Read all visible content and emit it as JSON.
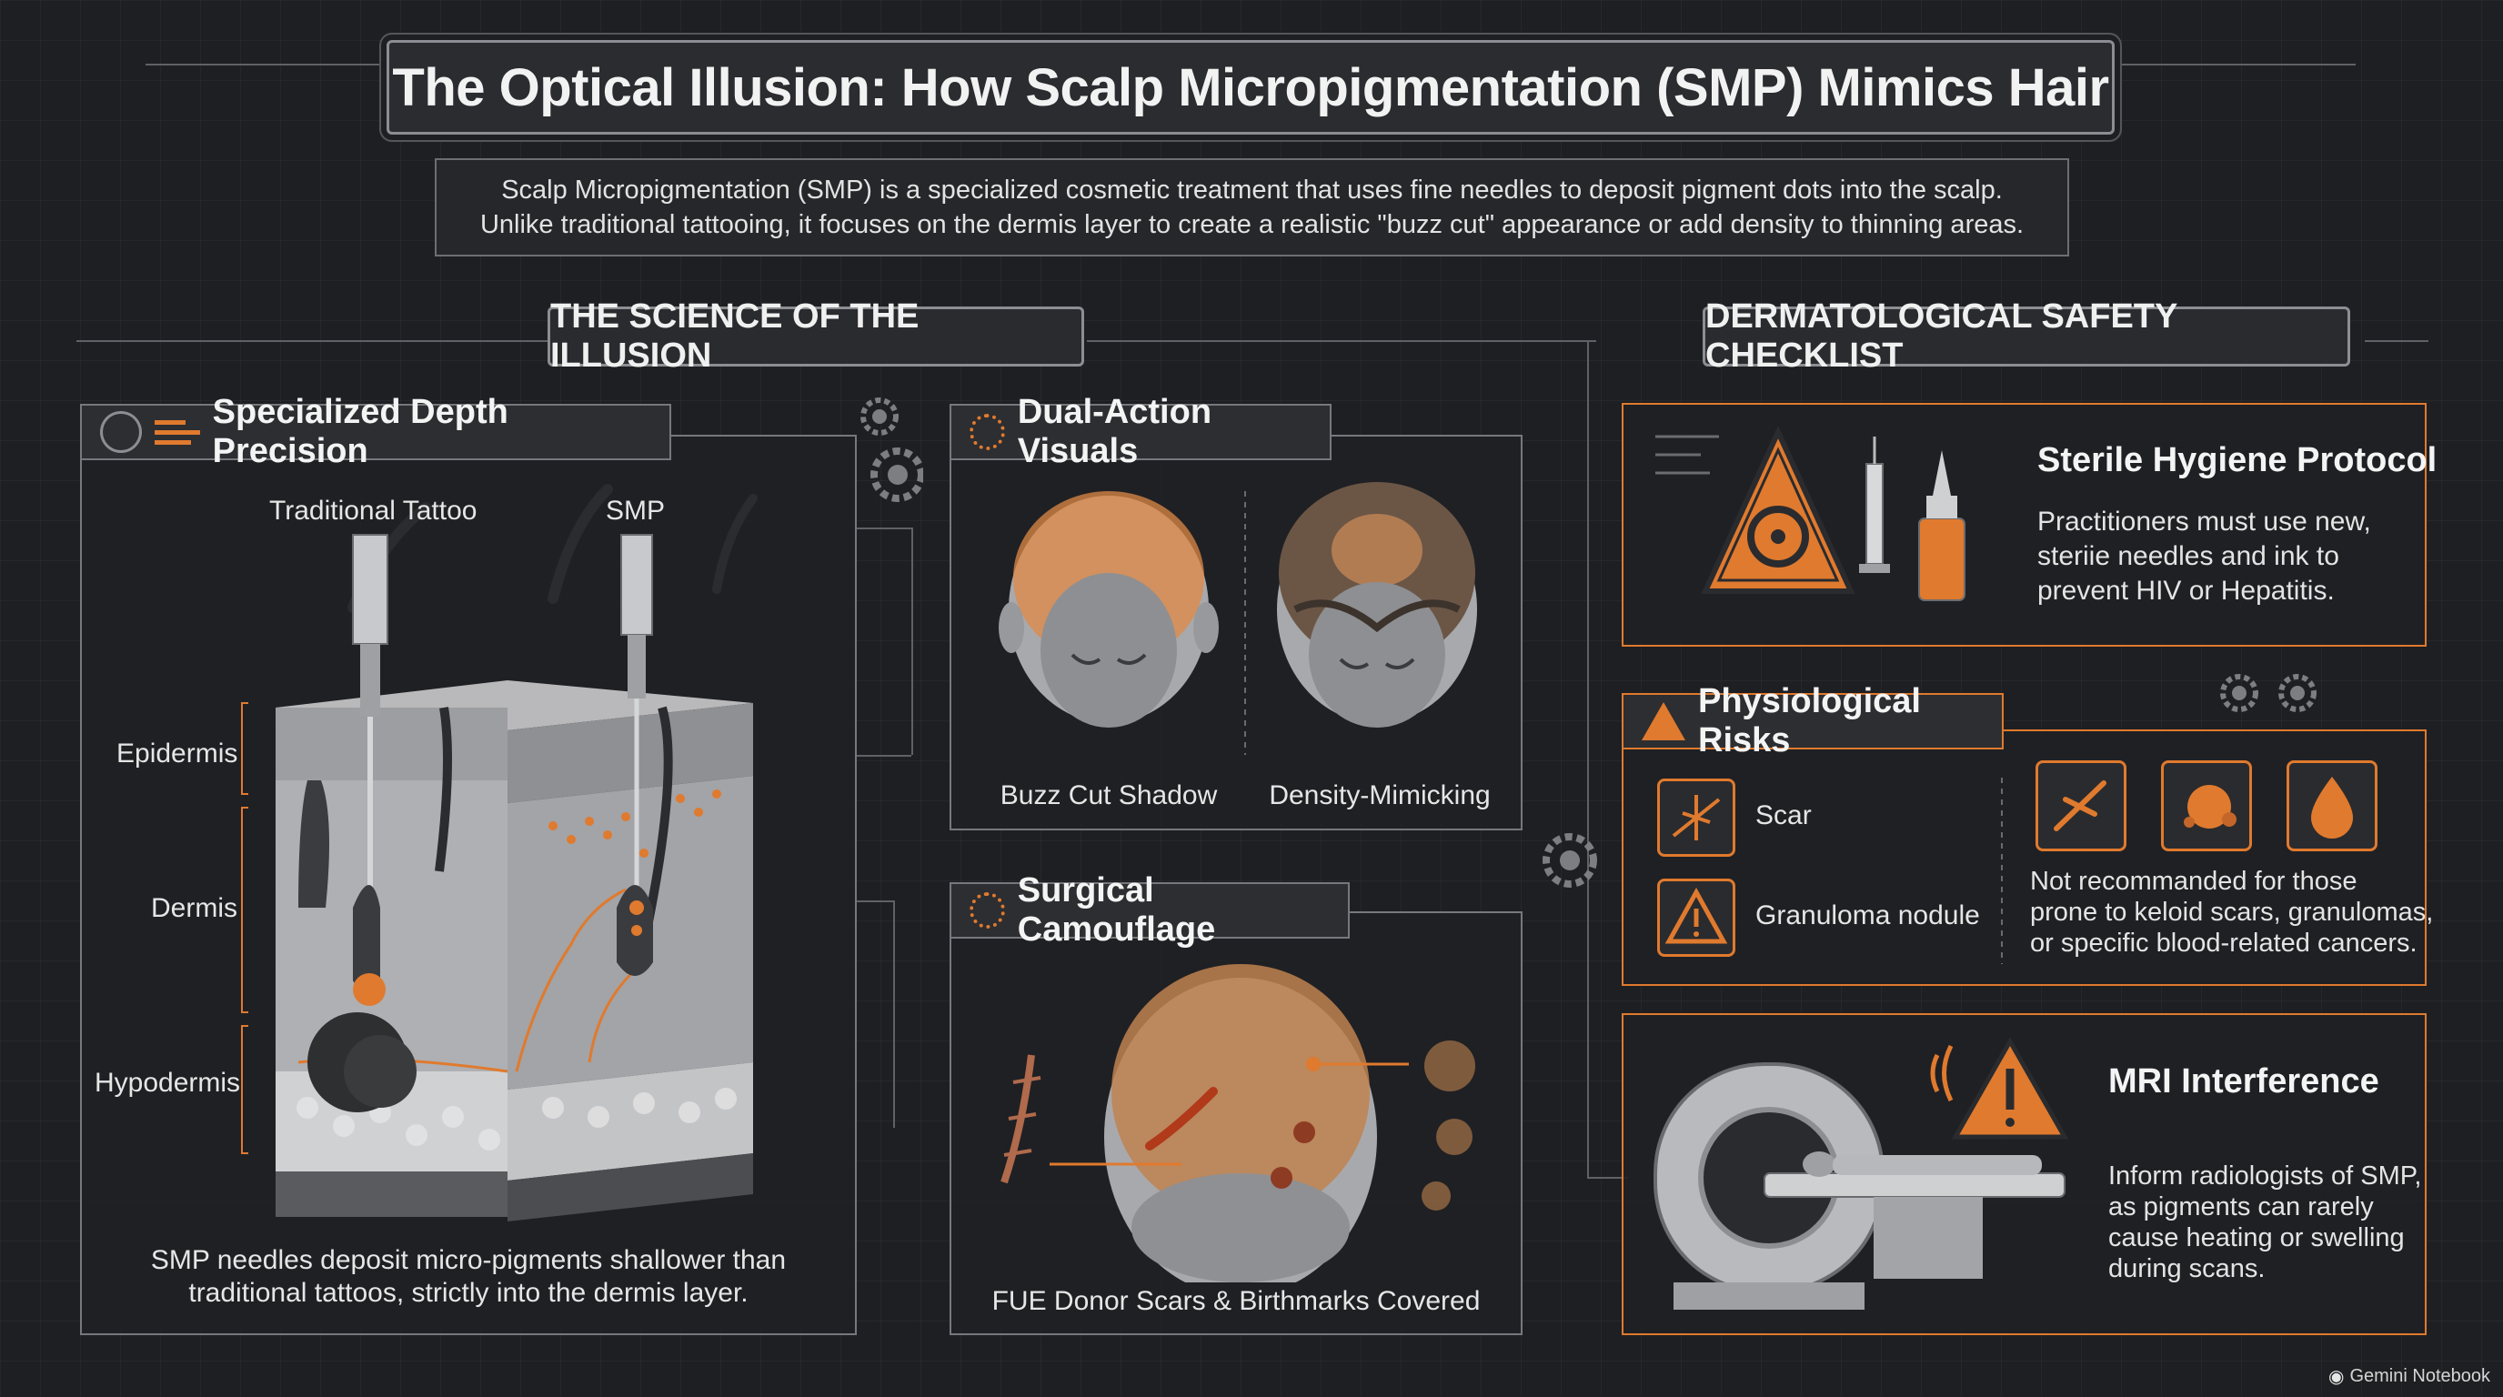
{
  "title": "The Optical Illusion: How Scalp Micropigmentation (SMP) Mimics Hair",
  "intro": {
    "line1": "Scalp Micropigmentation (SMP) is a specialized cosmetic treatment that uses fine needles to deposit pigment dots into the scalp.",
    "line2": "Unlike traditional tattooing, it focuses on the dermis layer to create a realistic \"buzz cut\" appearance or add density to thinning areas."
  },
  "science": {
    "heading": "THE SCIENCE OF THE ILLUSION",
    "depth": {
      "title": "Specialized Depth Precision",
      "label_tattoo": "Traditional Tattoo",
      "label_smp": "SMP",
      "layer_epidermis": "Epidermis",
      "layer_dermis": "Dermis",
      "layer_hypodermis": "Hypodermis",
      "caption_line1": "SMP needles deposit micro-pigments shallower than",
      "caption_line2": "traditional tattoos, strictly into the dermis layer."
    },
    "dual": {
      "title": "Dual-Action Visuals",
      "left_caption": "Buzz Cut Shadow",
      "right_caption": "Density-Mimicking"
    },
    "camouflage": {
      "title": "Surgical Camouflage",
      "caption": "FUE Donor Scars & Birthmarks Covered"
    }
  },
  "safety": {
    "heading": "DERMATOLOGICAL SAFETY CHECKLIST",
    "sterile": {
      "title": "Sterile Hygiene Protocol",
      "line1": "Practitioners must use new,",
      "line2": "steriie needles and ink to",
      "line3": "prevent HIV or Hepatitis."
    },
    "risks": {
      "title": "Physiological Risks",
      "item1": "Scar",
      "item2": "Granuloma nodule",
      "line1": "Not recommanded for those",
      "line2": "prone to keloid scars, granulomas,",
      "line3": "or specific blood-related cancers."
    },
    "mri": {
      "title": "MRI Interference",
      "line1": "Inform radiologists of SMP,",
      "line2": "as pigments can rarely",
      "line3": "cause heating or swelling",
      "line4": "during scans."
    }
  },
  "watermark": "Gemini Notebook",
  "colors": {
    "accent": "#e07a2e",
    "panel_border": "#77787d",
    "background": "#1e1f22"
  }
}
